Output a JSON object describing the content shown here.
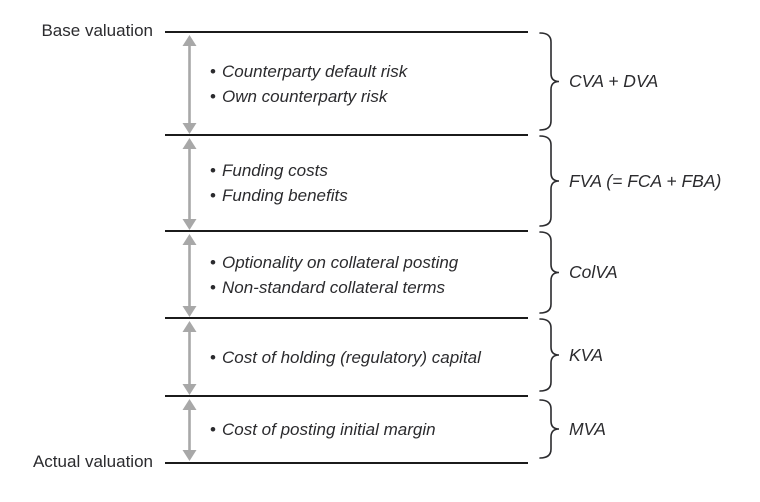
{
  "diagram": {
    "top_label": "Base valuation",
    "bottom_label": "Actual valuation",
    "bullet_char": "•",
    "sections": [
      {
        "label": "CVA + DVA",
        "bullets": [
          "Counterparty default risk",
          "Own counterparty risk"
        ]
      },
      {
        "label": "FVA (= FCA + FBA)",
        "bullets": [
          "Funding costs",
          "Funding benefits"
        ]
      },
      {
        "label": "ColVA",
        "bullets": [
          "Optionality on collateral posting",
          "Non-standard collateral terms"
        ]
      },
      {
        "label": "KVA",
        "bullets": [
          "Cost of holding (regulatory) capital"
        ]
      },
      {
        "label": "MVA",
        "bullets": [
          "Cost of posting initial margin"
        ]
      }
    ],
    "colors": {
      "line": "#1b1b1b",
      "arrow": "#a8a8a8",
      "text": "#2b2b2e"
    }
  }
}
